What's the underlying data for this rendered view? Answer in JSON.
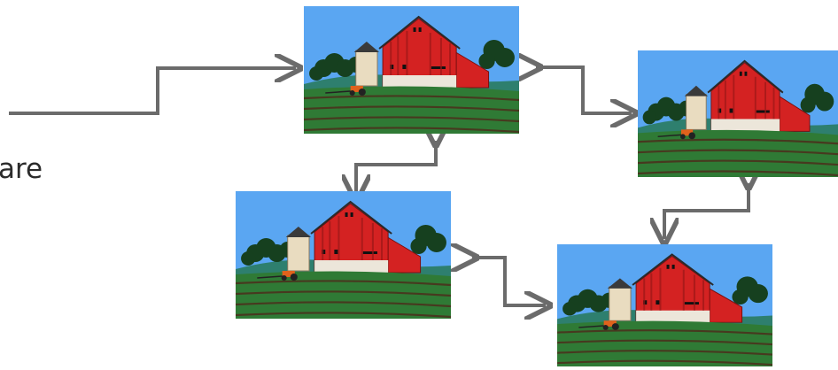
{
  "slide": {
    "partial_text": "are"
  },
  "images": [
    {
      "id": "barn-top-center",
      "scene": "barn-farm-scene"
    },
    {
      "id": "barn-right",
      "scene": "barn-farm-scene"
    },
    {
      "id": "barn-left-bottom",
      "scene": "barn-farm-scene"
    },
    {
      "id": "barn-bottom-right",
      "scene": "barn-farm-scene"
    }
  ],
  "colors": {
    "arrow": "#6b6b6b",
    "sky": "#5aa6f2",
    "barn_red": "#d42222",
    "field_green": "#2f7a35",
    "hill_teal": "#2e7f6e"
  }
}
